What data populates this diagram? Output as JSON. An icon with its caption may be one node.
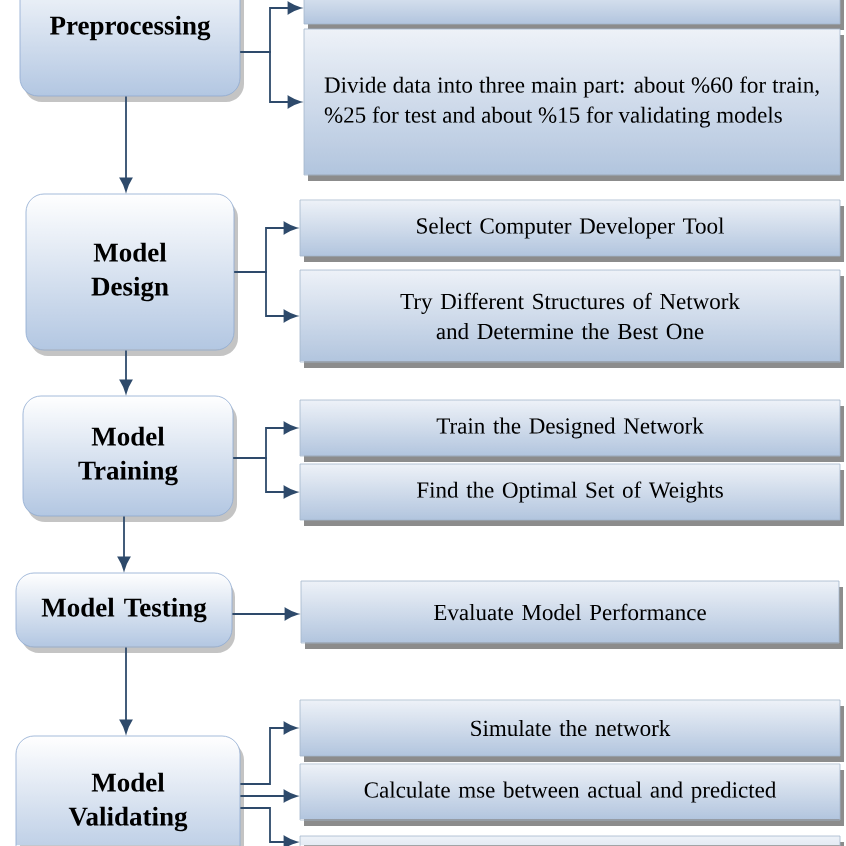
{
  "diagram": {
    "nodes": [
      {
        "text": [
          "Preprocessing"
        ]
      },
      {
        "text": [],
        "shape": "box"
      },
      {
        "text": [
          "Divide data into three main part: about %60 for train, %25 for test and about %15 for validating models"
        ]
      },
      {
        "text": [
          "Model Design"
        ]
      },
      {
        "text": [
          "Select Computer Developer Tool"
        ]
      },
      {
        "text": [
          "Try Different Structures of Network and Determine the Best One"
        ]
      },
      {
        "text": [
          "Model Training"
        ]
      },
      {
        "text": [
          "Train the Designed Network"
        ]
      },
      {
        "text": [
          "Find the Optimal Set of Weights"
        ]
      },
      {
        "text": [
          "Model Testing"
        ]
      },
      {
        "text": [
          "Evaluate Model Performance"
        ]
      },
      {
        "text": [
          "Model Validating"
        ]
      },
      {
        "text": [
          "Simulate the network"
        ]
      },
      {
        "text": [
          "Calculate mse between actual and predicted"
        ]
      },
      {
        "text": [],
        "shape": "box"
      }
    ],
    "edges": [
      {
        "from": 0,
        "to": 1,
        "arrow": "to"
      },
      {
        "from": 0,
        "to": 2,
        "arrow": "to"
      },
      {
        "from": 0,
        "to": 3,
        "arrow": "to"
      },
      {
        "from": 3,
        "to": 4,
        "arrow": "to"
      },
      {
        "from": 3,
        "to": 5,
        "arrow": "to"
      },
      {
        "from": 3,
        "to": 6,
        "arrow": "to"
      },
      {
        "from": 6,
        "to": 7,
        "arrow": "to"
      },
      {
        "from": 6,
        "to": 8,
        "arrow": "to"
      },
      {
        "from": 6,
        "to": 9,
        "arrow": "to"
      },
      {
        "from": 9,
        "to": 10,
        "arrow": "to"
      },
      {
        "from": 9,
        "to": 11,
        "arrow": "to"
      },
      {
        "from": 11,
        "to": 12,
        "arrow": "to"
      },
      {
        "from": 11,
        "to": 13,
        "arrow": "to"
      },
      {
        "from": 11,
        "to": 14,
        "arrow": "to"
      }
    ]
  }
}
